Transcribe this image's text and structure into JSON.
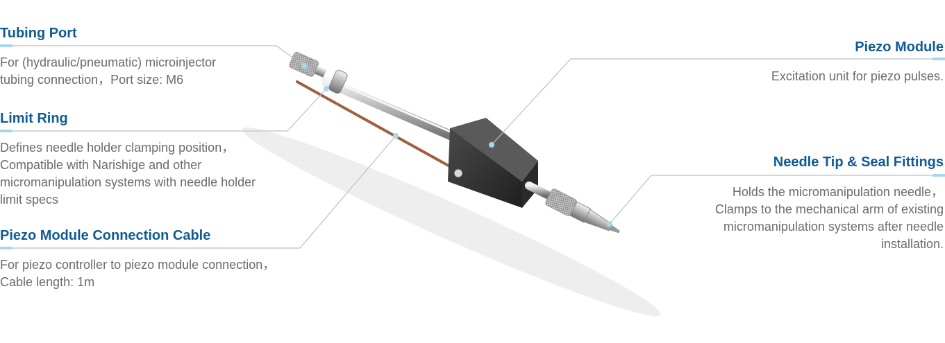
{
  "colors": {
    "title": "#0f5b93",
    "text": "#6b6b6b",
    "accent": "#a9d7ea",
    "leader": "#b9c2c8"
  },
  "callouts": {
    "tubing_port": {
      "title": "Tubing Port",
      "lines": [
        "For (hydraulic/pneumatic) microinjector",
        "tubing connection，Port size: M6"
      ]
    },
    "limit_ring": {
      "title": "Limit Ring",
      "lines": [
        "Defines needle holder clamping position，",
        "Compatible with Narishige and other",
        "micromanipulation systems with needle holder",
        "limit specs"
      ]
    },
    "cable": {
      "title": "Piezo Module Connection Cable",
      "lines": [
        "For piezo controller to piezo module connection，",
        "Cable length: 1m"
      ]
    },
    "piezo_module": {
      "title": "Piezo Module",
      "lines": [
        "Excitation unit for piezo pulses."
      ]
    },
    "needle_tip": {
      "title": "Needle Tip & Seal Fittings",
      "lines": [
        "Holds the micromanipulation needle，",
        "Clamps to the mechanical arm of existing",
        "micromanipulation systems after needle",
        "installation."
      ]
    }
  }
}
